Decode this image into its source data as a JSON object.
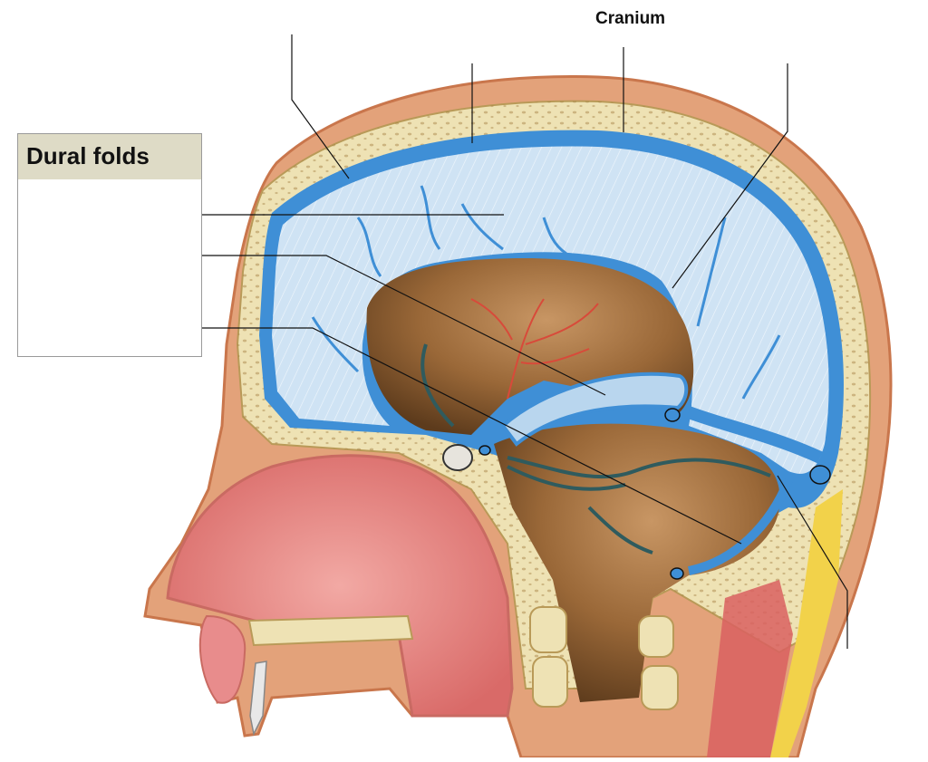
{
  "labels": {
    "cranium": "Cranium",
    "legend_title": "Dural folds"
  },
  "colors": {
    "skin": "#e3a27a",
    "scalp_edge": "#c9764c",
    "bone": "#eee2b4",
    "bone_spots": "#a07a3c",
    "dura_blue": "#3f8fd6",
    "falx_fill": "#cfe3f4",
    "brain_cavity": "#8a5a2e",
    "nasal_pink": "#e88c8c",
    "muscle_red": "#d96060",
    "fat_yellow": "#f2d24a",
    "vessel_dark": "#2f5b5e",
    "artery_red": "#d84a3a",
    "leader_line": "#111111",
    "legend_header": "#dedbc6"
  },
  "legend_entries_count": 3
}
